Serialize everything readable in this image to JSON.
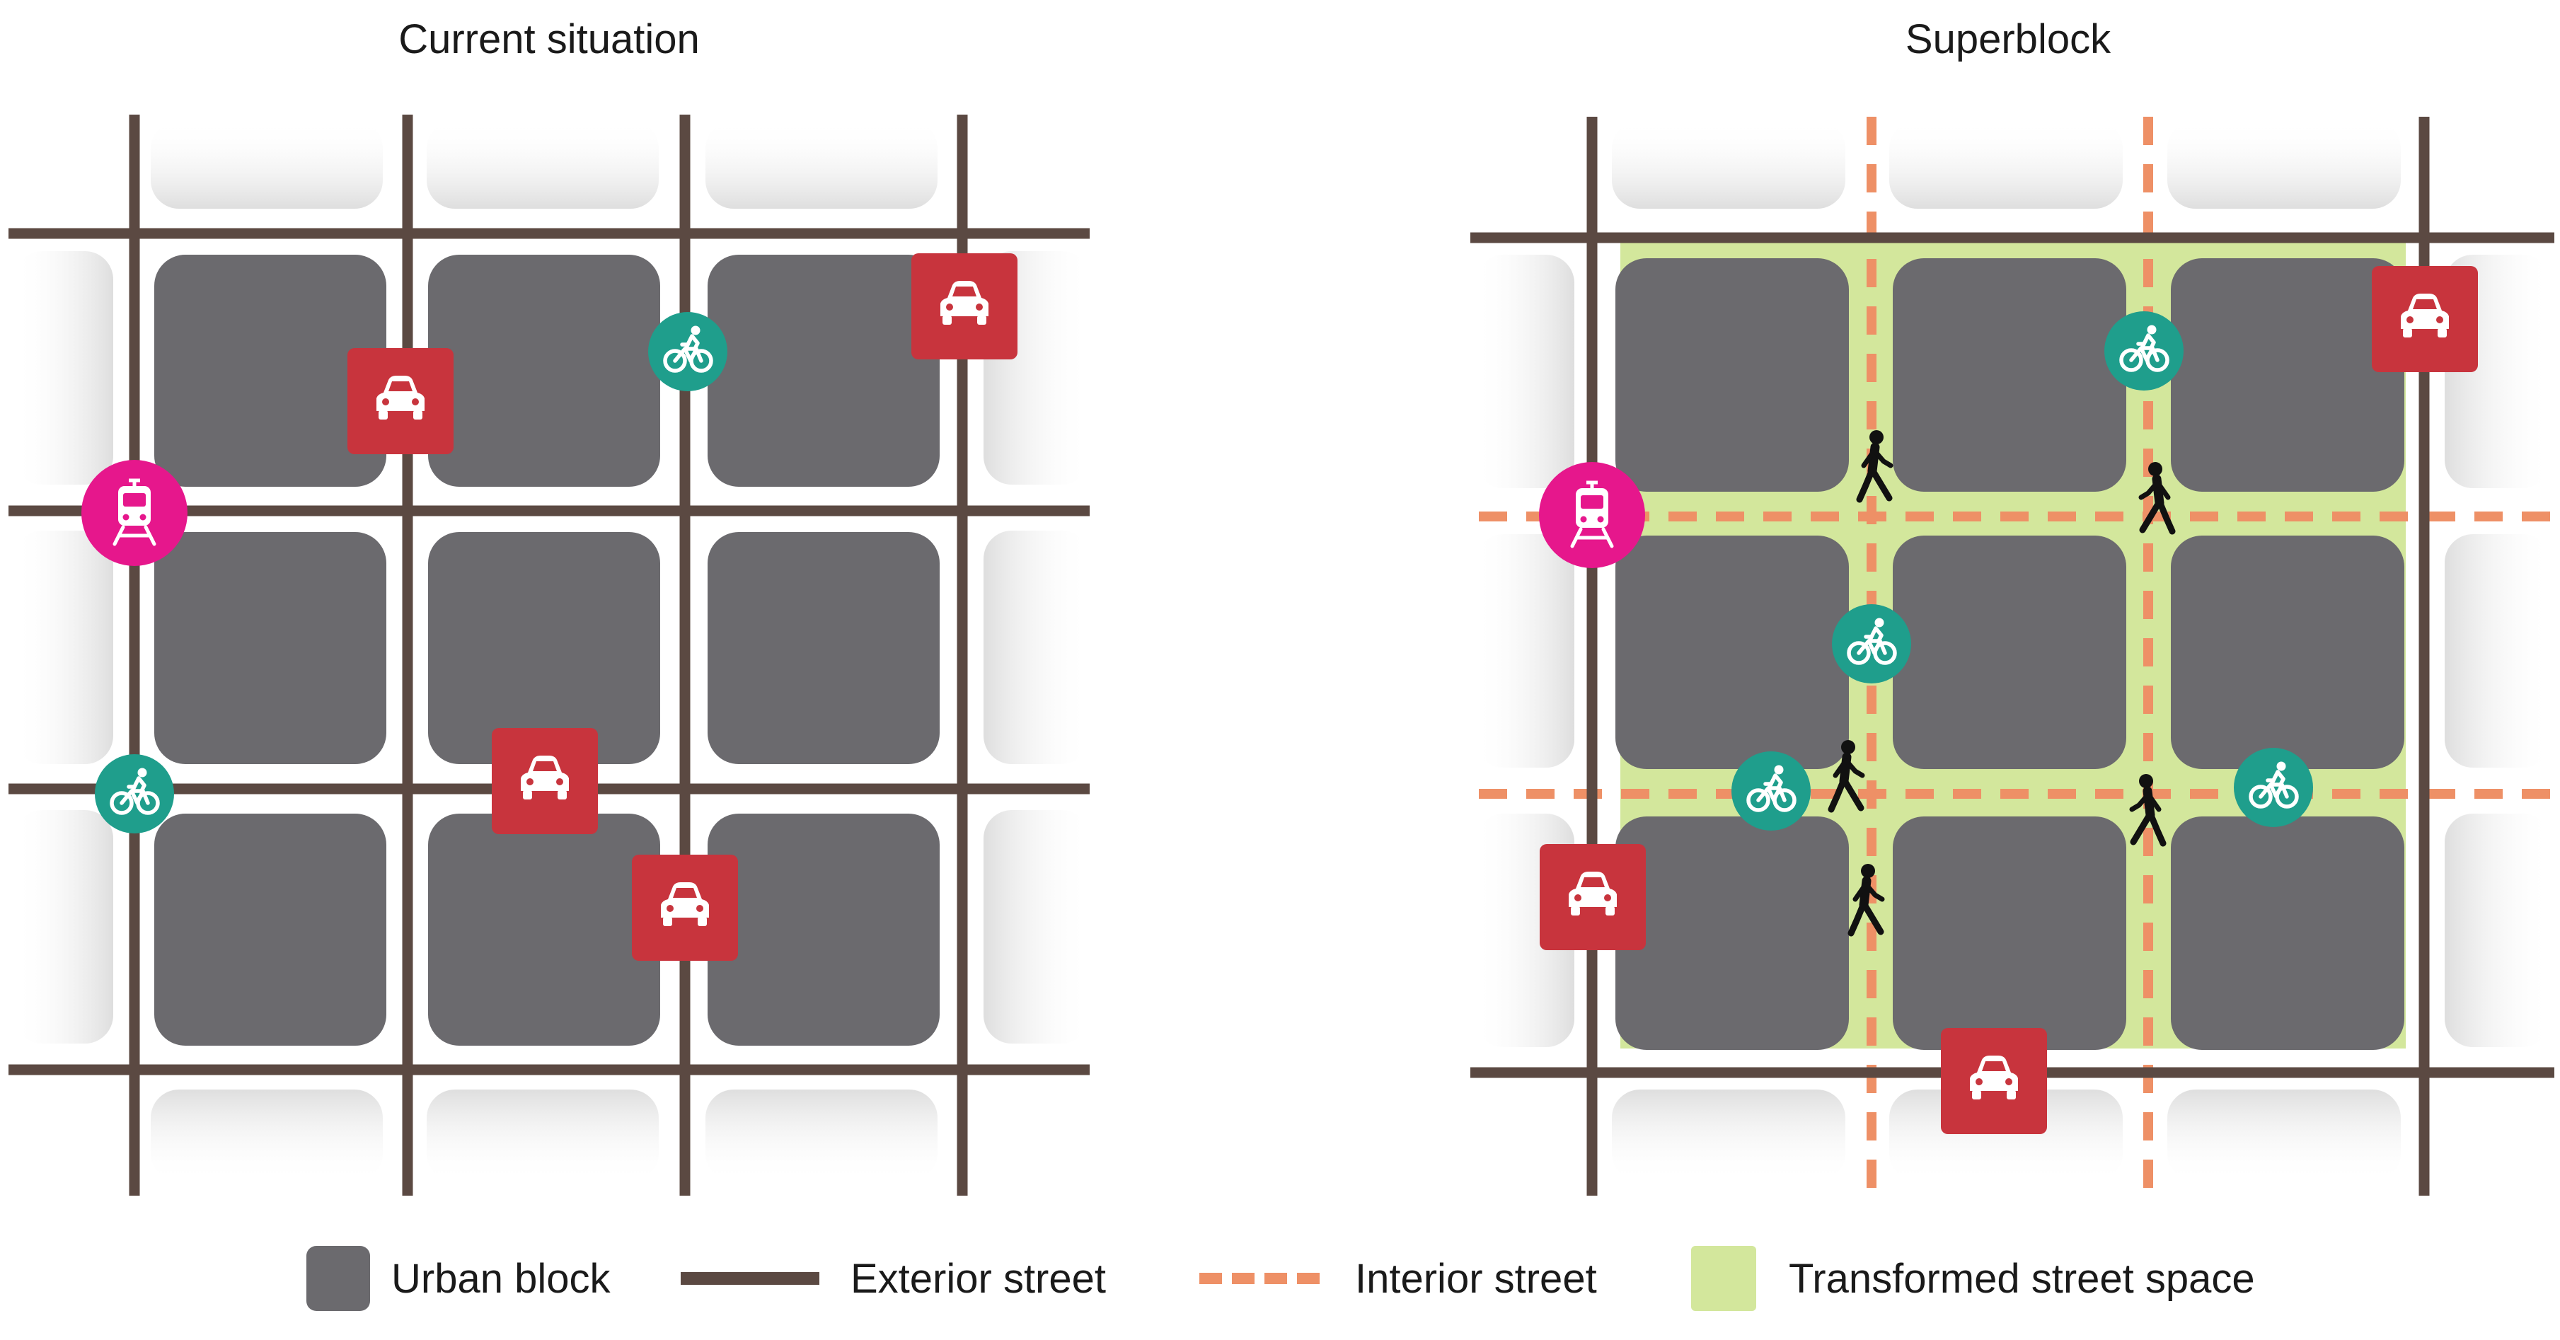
{
  "panels": {
    "current": {
      "title": "Current situation"
    },
    "superblock": {
      "title": "Superblock"
    }
  },
  "legend": {
    "urban_block": "Urban block",
    "exterior_street": "Exterior street",
    "interior_street": "Interior street",
    "transformed_street_space": "Transformed street space"
  },
  "colors": {
    "urban_block": "#6b6a6e",
    "exterior_street": "#5b4942",
    "interior_street": "#ee9066",
    "transformed_street_space": "#d3e79c",
    "car_badge": "#c8343d",
    "bike_badge": "#1f9e8c",
    "tram_badge": "#e6178c",
    "pedestrian": "#111111"
  },
  "icons": {
    "car": "car-icon",
    "bike": "bicycle-icon",
    "tram": "tram-icon",
    "pedestrian": "pedestrian-icon"
  }
}
